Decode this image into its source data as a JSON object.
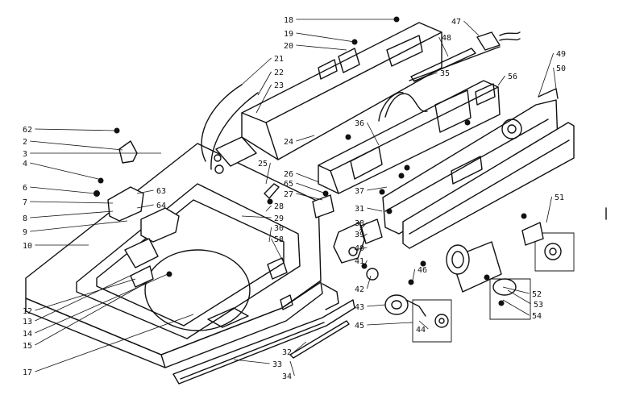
{
  "labels": [
    "18",
    "19",
    "20",
    "21",
    "22",
    "23",
    "24",
    "25",
    "26",
    "27",
    "28",
    "29",
    "30",
    "31",
    "32",
    "33",
    "34",
    "35",
    "36",
    "37",
    "38",
    "39",
    "40",
    "41",
    "42",
    "43",
    "44",
    "45",
    "46",
    "47",
    "48",
    "49",
    "50",
    "51",
    "52",
    "53",
    "54",
    "56",
    "58",
    "62",
    "63",
    "64",
    "65",
    "2",
    "3",
    "4",
    "6",
    "7",
    "8",
    "9",
    "10",
    "12",
    "13",
    "14",
    "15",
    "17"
  ]
}
